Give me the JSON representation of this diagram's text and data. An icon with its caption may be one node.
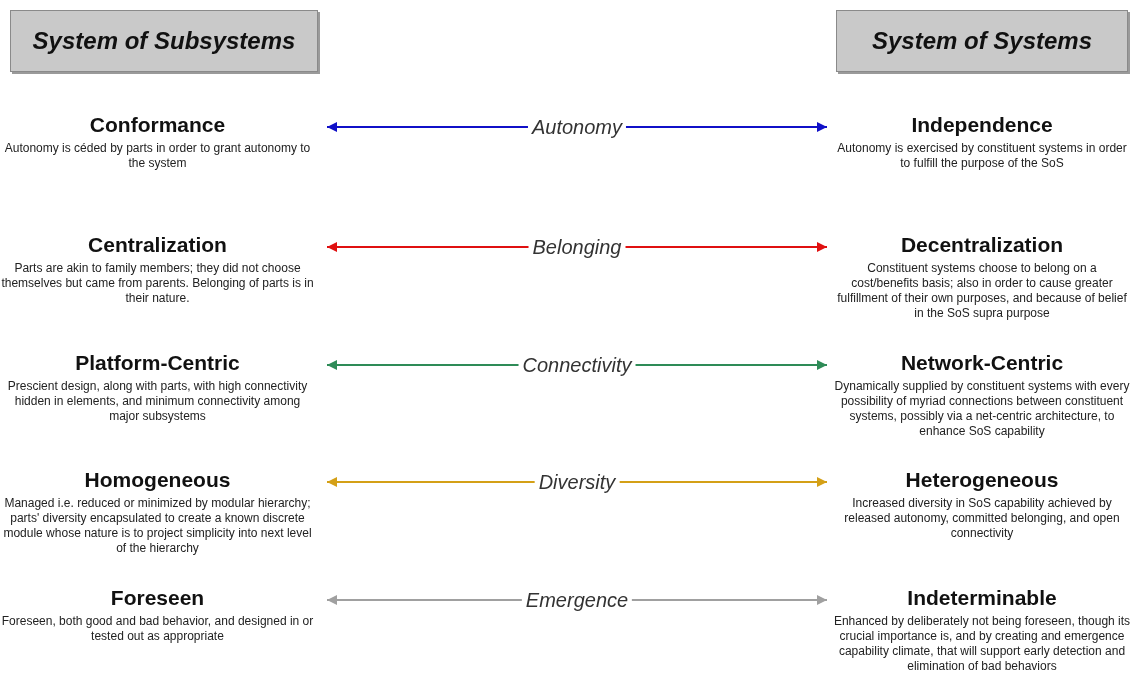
{
  "diagram": {
    "nodes": [
      {
        "text": [
          "System of Subsystems"
        ]
      },
      {
        "text": [
          "System of Systems"
        ]
      },
      {
        "text": [
          "Conformance",
          "Autonomy is céded by parts in order to grant autonomy to the system"
        ]
      },
      {
        "text": [
          "Independence",
          "Autonomy is exercised by constituent systems in order to fulfill the purpose of the SoS"
        ]
      },
      {
        "text": [
          "Centralization",
          "Parts are akin to family members; they did not choose themselves but came from parents. Belonging of parts is in their nature."
        ]
      },
      {
        "text": [
          "Decentralization",
          "Constituent systems choose to belong on a cost/benefits basis; also in order to cause greater fulfillment of their own purposes, and because of belief in the SoS supra purpose"
        ]
      },
      {
        "text": [
          "Platform-Centric",
          "Prescient design, along with parts, with high connectivity hidden in elements, and minimum connectivity among major subsystems"
        ]
      },
      {
        "text": [
          "Network-Centric",
          "Dynamically supplied by constituent systems with every possibility of myriad connections between constituent systems, possibly via a net-centric architecture, to enhance SoS capability"
        ]
      },
      {
        "text": [
          "Homogeneous",
          "Managed i.e. reduced or minimized by modular hierarchy; parts' diversity encapsulated to create a known discrete module whose nature is to project simplicity into next level of the hierarchy"
        ]
      },
      {
        "text": [
          "Heterogeneous",
          "Increased diversity in SoS capability achieved by released autonomy, committed belonging, and open connectivity"
        ]
      },
      {
        "text": [
          "Foreseen",
          "Foreseen, both good and bad behavior, and designed in or tested out as appropriate"
        ]
      },
      {
        "text": [
          "Indeterminable",
          "Enhanced by deliberately not being foreseen, though its crucial importance is, and by creating and emergence capability climate, that will support early detection and elimination of bad behaviors"
        ]
      }
    ],
    "edges": [
      {
        "from": 2,
        "to": 3,
        "arrow": "both",
        "label": "Autonomy",
        "color": "#1010c8"
      },
      {
        "from": 4,
        "to": 5,
        "arrow": "both",
        "label": "Belonging",
        "color": "#e01010"
      },
      {
        "from": 6,
        "to": 7,
        "arrow": "both",
        "label": "Connectivity",
        "color": "#2e8b57"
      },
      {
        "from": 8,
        "to": 9,
        "arrow": "both",
        "label": "Diversity",
        "color": "#d4a017"
      },
      {
        "from": 10,
        "to": 11,
        "arrow": "both",
        "label": "Emergence",
        "color": "#a0a0a0"
      }
    ]
  }
}
